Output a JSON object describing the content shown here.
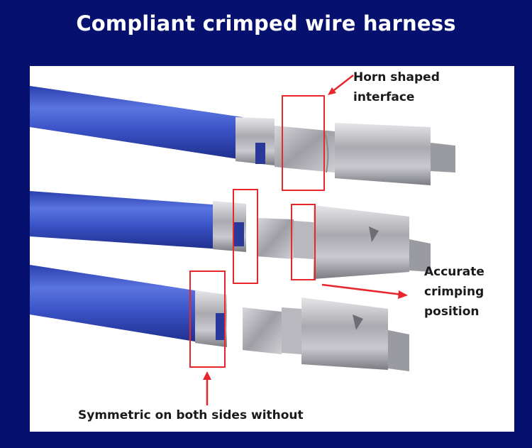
{
  "title": "Compliant crimped wire harness",
  "callouts": {
    "horn": {
      "line1": "Horn shaped",
      "line2": "interface"
    },
    "accurate": {
      "line1": "Accurate",
      "line2": "crimping",
      "line3": "position"
    },
    "symmetric": {
      "text": "Symmetric on both sides without"
    }
  },
  "colors": {
    "background": "#06106e",
    "wire": "#3d55c9",
    "highlight_box": "#e8262b",
    "terminal": "#b9b9bd"
  }
}
